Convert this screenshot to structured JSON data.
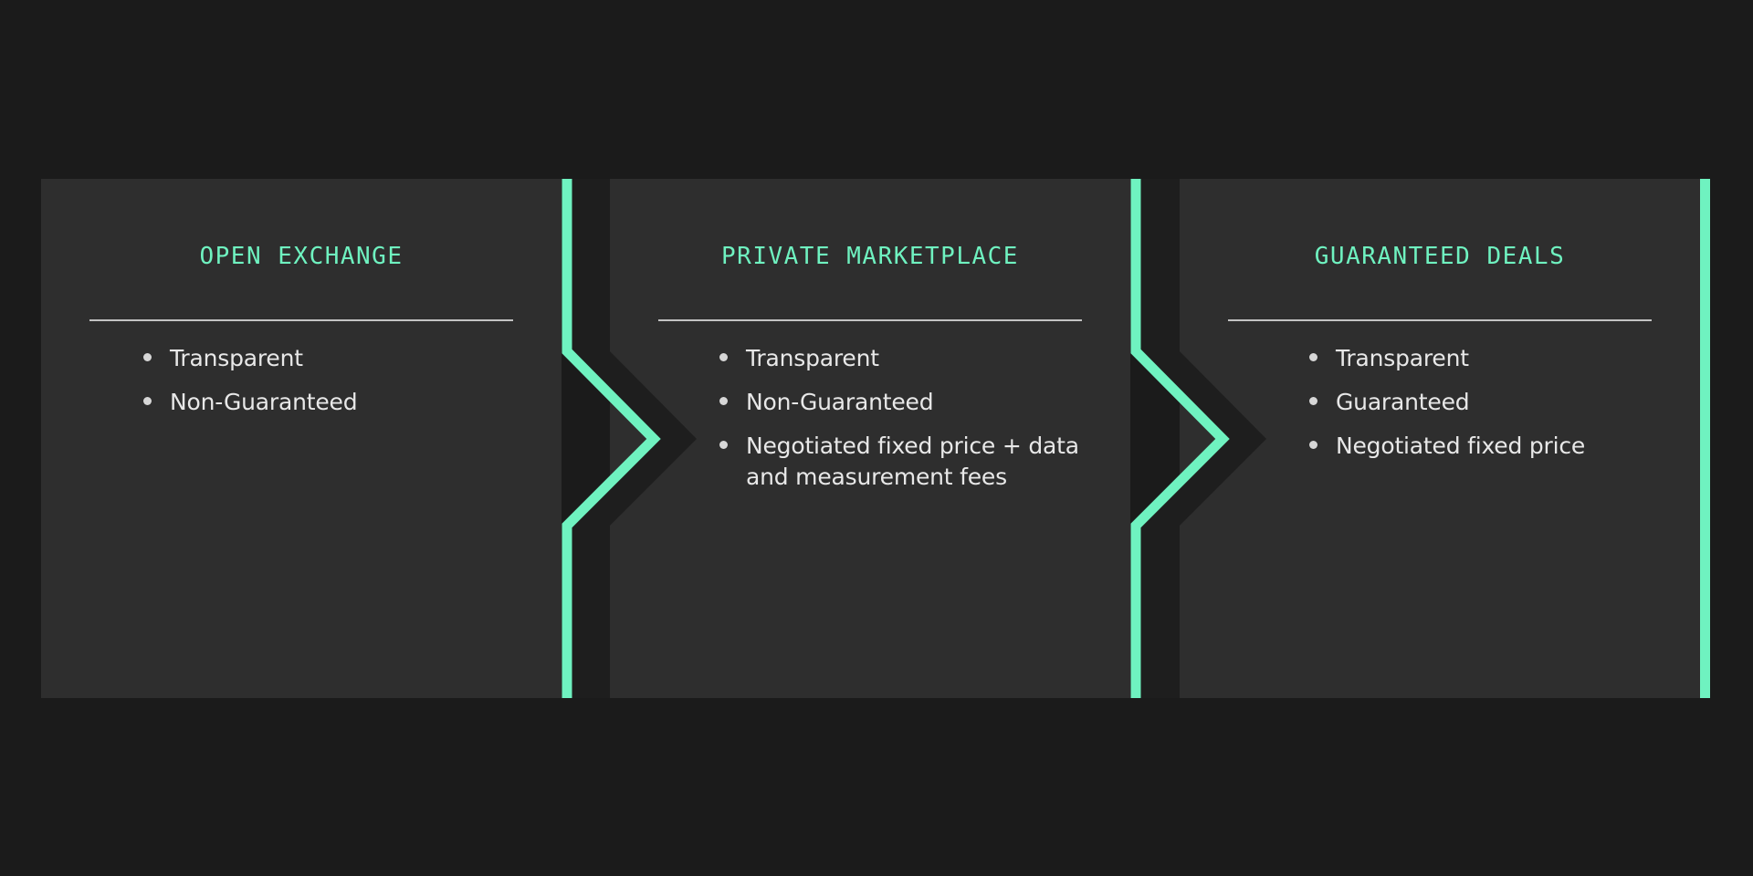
{
  "page": {
    "background_color": "#1b1b1b",
    "panel_background_color": "#2e2e2e",
    "accent_color": "#6ff2c0",
    "title_color": "#6ff2c0",
    "body_text_color": "#e8e8e8",
    "divider_color": "#c3c3c3",
    "chevron_fill_color": "#1e1e1e"
  },
  "panels": [
    {
      "title": "OPEN EXCHANGE",
      "bullets": [
        "Transparent",
        "Non-Guaranteed"
      ]
    },
    {
      "title": "PRIVATE MARKETPLACE",
      "bullets": [
        "Transparent",
        "Non-Guaranteed",
        "Negotiated fixed price + data and measurement fees"
      ]
    },
    {
      "title": "GUARANTEED DEALS",
      "bullets": [
        "Transparent",
        "Guaranteed",
        "Negotiated fixed price"
      ]
    }
  ],
  "connectors": [
    {
      "name": "chevron-connector-1"
    },
    {
      "name": "chevron-connector-2"
    }
  ]
}
